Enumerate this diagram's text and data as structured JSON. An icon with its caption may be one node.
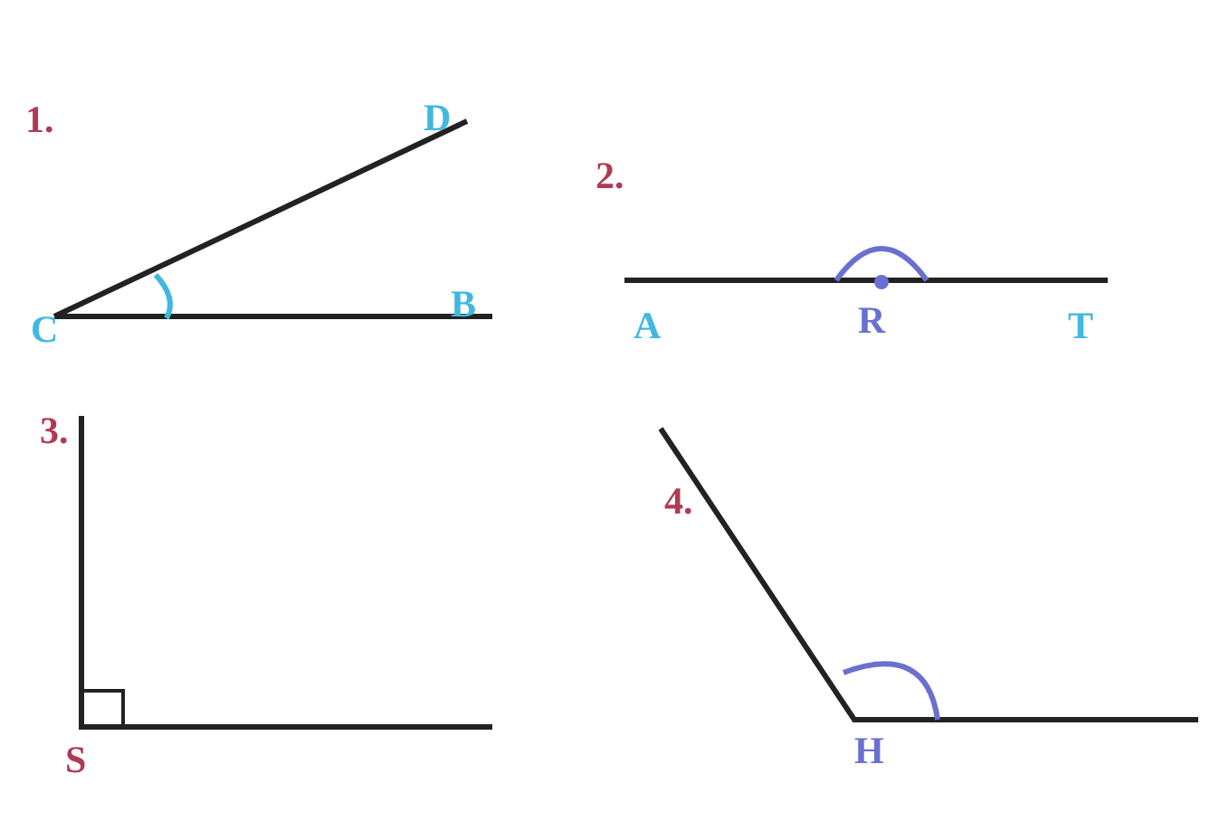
{
  "diagram": {
    "labels": [
      "1.",
      "D",
      "C",
      "B",
      "2.",
      "A",
      "R",
      "T",
      "3.",
      "S",
      "4.",
      "H"
    ]
  }
}
